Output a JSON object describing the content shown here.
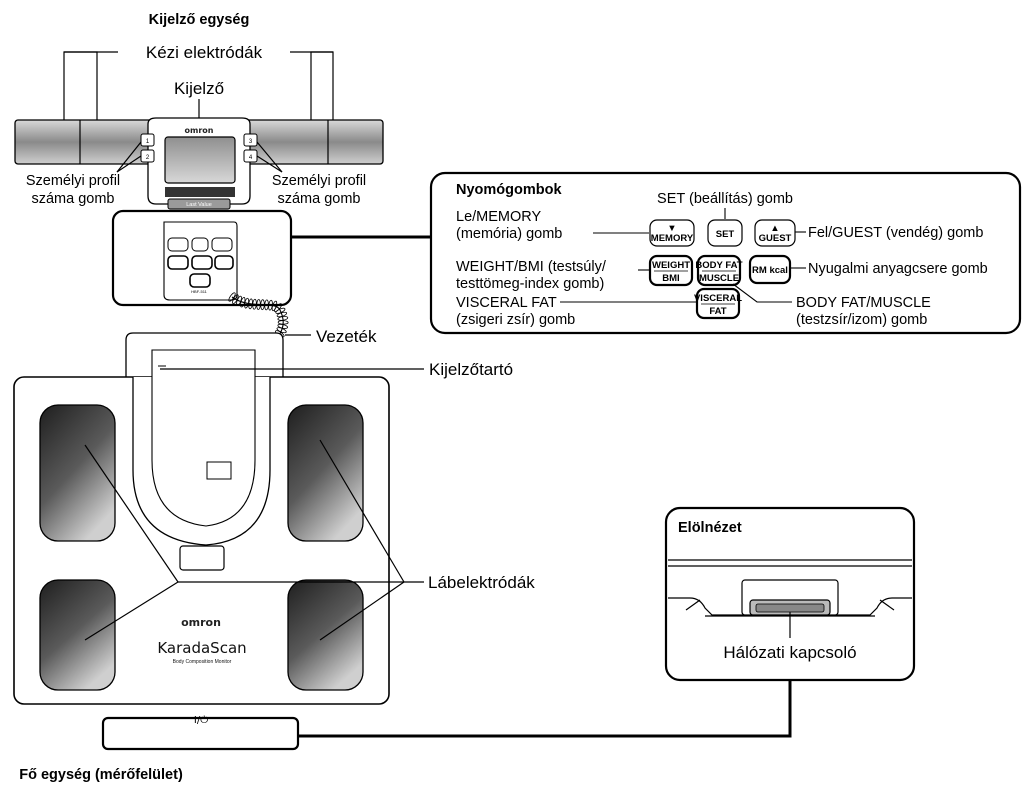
{
  "titles": {
    "display_unit": "Kijelző egység",
    "main_unit": "Fő egység (mérőfelület)",
    "front_view": "Elölnézet",
    "buttons_box": "Nyomógombok"
  },
  "labels": {
    "hand_electrodes": "Kézi elektródák",
    "display": "Kijelző",
    "profile_left_1": "Személyi profil",
    "profile_left_2": "száma gomb",
    "profile_right_1": "Személyi profil",
    "profile_right_2": "száma gomb",
    "cable": "Vezeték",
    "display_holder": "Kijelzőtartó",
    "foot_electrodes": "Lábelektródák",
    "power_switch": "Hálózati kapcsoló"
  },
  "button_labels": {
    "set_desc": "SET (beállítás) gomb",
    "down_desc_1": "Le/MEMORY",
    "down_desc_2": "(memória) gomb",
    "up_desc": "Fel/GUEST (vendég) gomb",
    "weight_desc_1": "WEIGHT/BMI (testsúly/",
    "weight_desc_2": "testtömeg-index gomb)",
    "rm_desc": "Nyugalmi anyagcsere gomb",
    "visceral_desc_1": "VISCERAL FAT",
    "visceral_desc_2": "(zsigeri zsír) gomb",
    "bodyfat_desc_1": "BODY FAT/MUSCLE",
    "bodyfat_desc_2": "(testzsír/izom) gomb"
  },
  "buttons": {
    "memory": "MEMORY",
    "set": "SET",
    "guest": "GUEST",
    "weight": "WEIGHT",
    "bmi": "BMI",
    "body_fat": "BODY FAT",
    "muscle": "MUSCLE",
    "rm_kcal": "RM kcal",
    "visceral": "VISCERAL",
    "fat": "FAT",
    "arrow_down": "▼",
    "arrow_up": "▲"
  },
  "device": {
    "brand": "omron",
    "product": "KaradaScan",
    "product_sub": "Body Composition Monitor",
    "last_value": "Last Value",
    "profile_1": "1",
    "profile_2": "2",
    "profile_3": "3",
    "profile_4": "4",
    "power_symbol": "I/⏻"
  },
  "colors": {
    "line": "#000000",
    "body_fill": "#ffffff",
    "electrode_dark": "#2b2b2b",
    "electrode_light": "#b8b8b8"
  }
}
